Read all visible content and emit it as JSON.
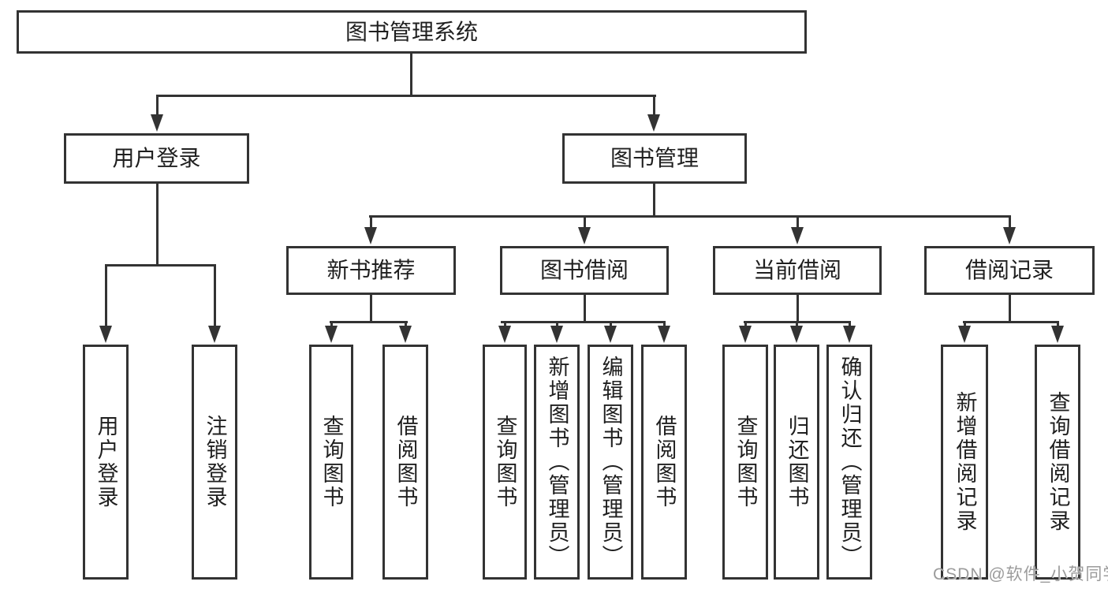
{
  "colors": {
    "line": "#333333",
    "text": "#1f1f1f",
    "watermark": "#9b9b9b",
    "background": "#ffffff"
  },
  "watermark": {
    "text": "CSDN @软件_小贺同学"
  },
  "tree": {
    "root": {
      "label": "图书管理系统",
      "children": [
        {
          "label": "用户登录",
          "children": [
            {
              "label": "用户登录"
            },
            {
              "label": "注销登录"
            }
          ]
        },
        {
          "label": "图书管理",
          "children": [
            {
              "label": "新书推荐",
              "children": [
                {
                  "label": "查询图书"
                },
                {
                  "label": "借阅图书"
                }
              ]
            },
            {
              "label": "图书借阅",
              "children": [
                {
                  "label": "查询图书"
                },
                {
                  "label": "新增图书（管理员）"
                },
                {
                  "label": "编辑图书（管理员）"
                },
                {
                  "label": "借阅图书"
                }
              ]
            },
            {
              "label": "当前借阅",
              "children": [
                {
                  "label": "查询图书"
                },
                {
                  "label": "归还图书"
                },
                {
                  "label": "确认归还（管理员）"
                }
              ]
            },
            {
              "label": "借阅记录",
              "children": [
                {
                  "label": "新增借阅记录"
                },
                {
                  "label": "查询借阅记录"
                }
              ]
            }
          ]
        }
      ]
    }
  }
}
